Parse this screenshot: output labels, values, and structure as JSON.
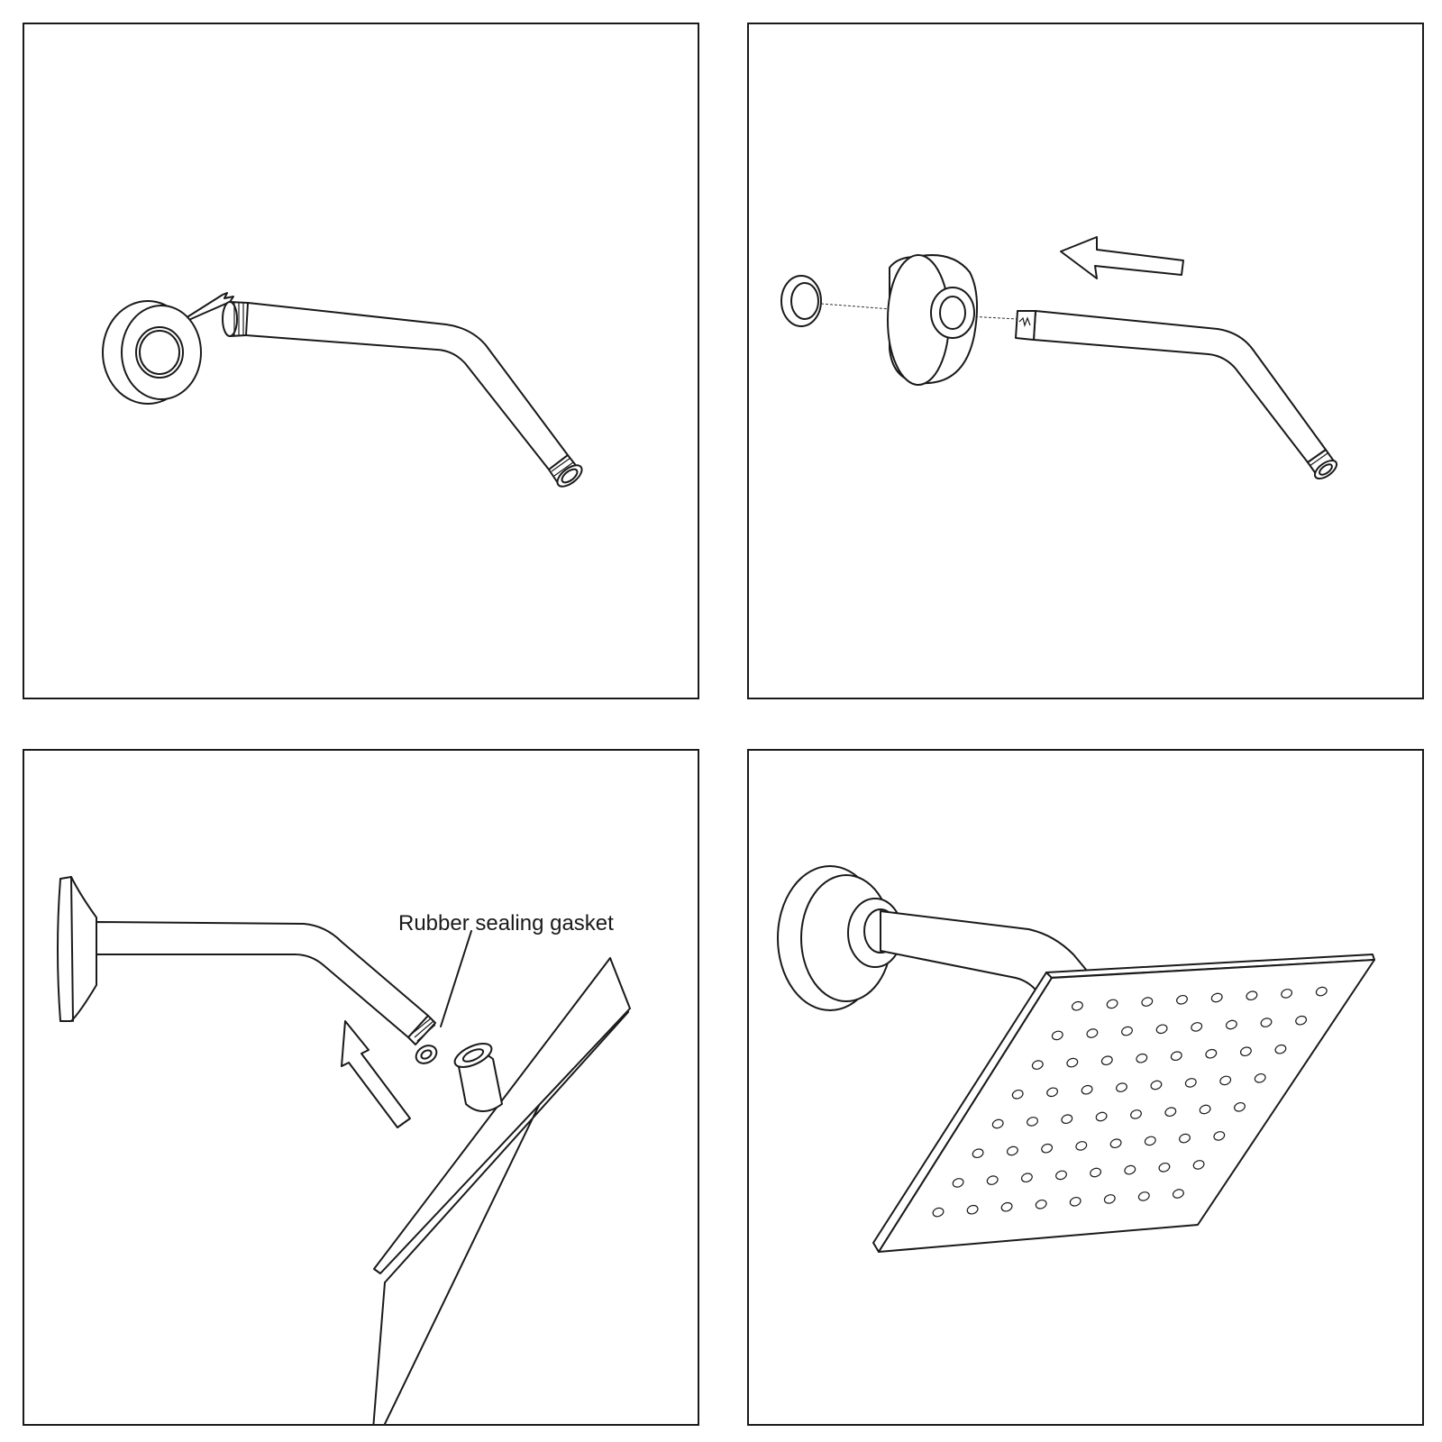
{
  "steps": [
    {
      "id": "step-1",
      "parts": [
        "wall-flange",
        "shower-arm"
      ]
    },
    {
      "id": "step-2",
      "parts": [
        "gasket-ring",
        "escutcheon",
        "shower-arm",
        "direction-arrow"
      ]
    },
    {
      "id": "step-3",
      "parts": [
        "wall-flange",
        "shower-arm",
        "rubber-sealing-gasket",
        "shower-head",
        "direction-arrow"
      ],
      "callout": "Rubber sealing gasket"
    },
    {
      "id": "step-4",
      "parts": [
        "escutcheon",
        "shower-arm",
        "square-shower-head"
      ],
      "nozzle_rows": 8,
      "nozzle_cols": 8
    }
  ],
  "colors": {
    "line": "#1a1a1a",
    "background": "#ffffff"
  }
}
